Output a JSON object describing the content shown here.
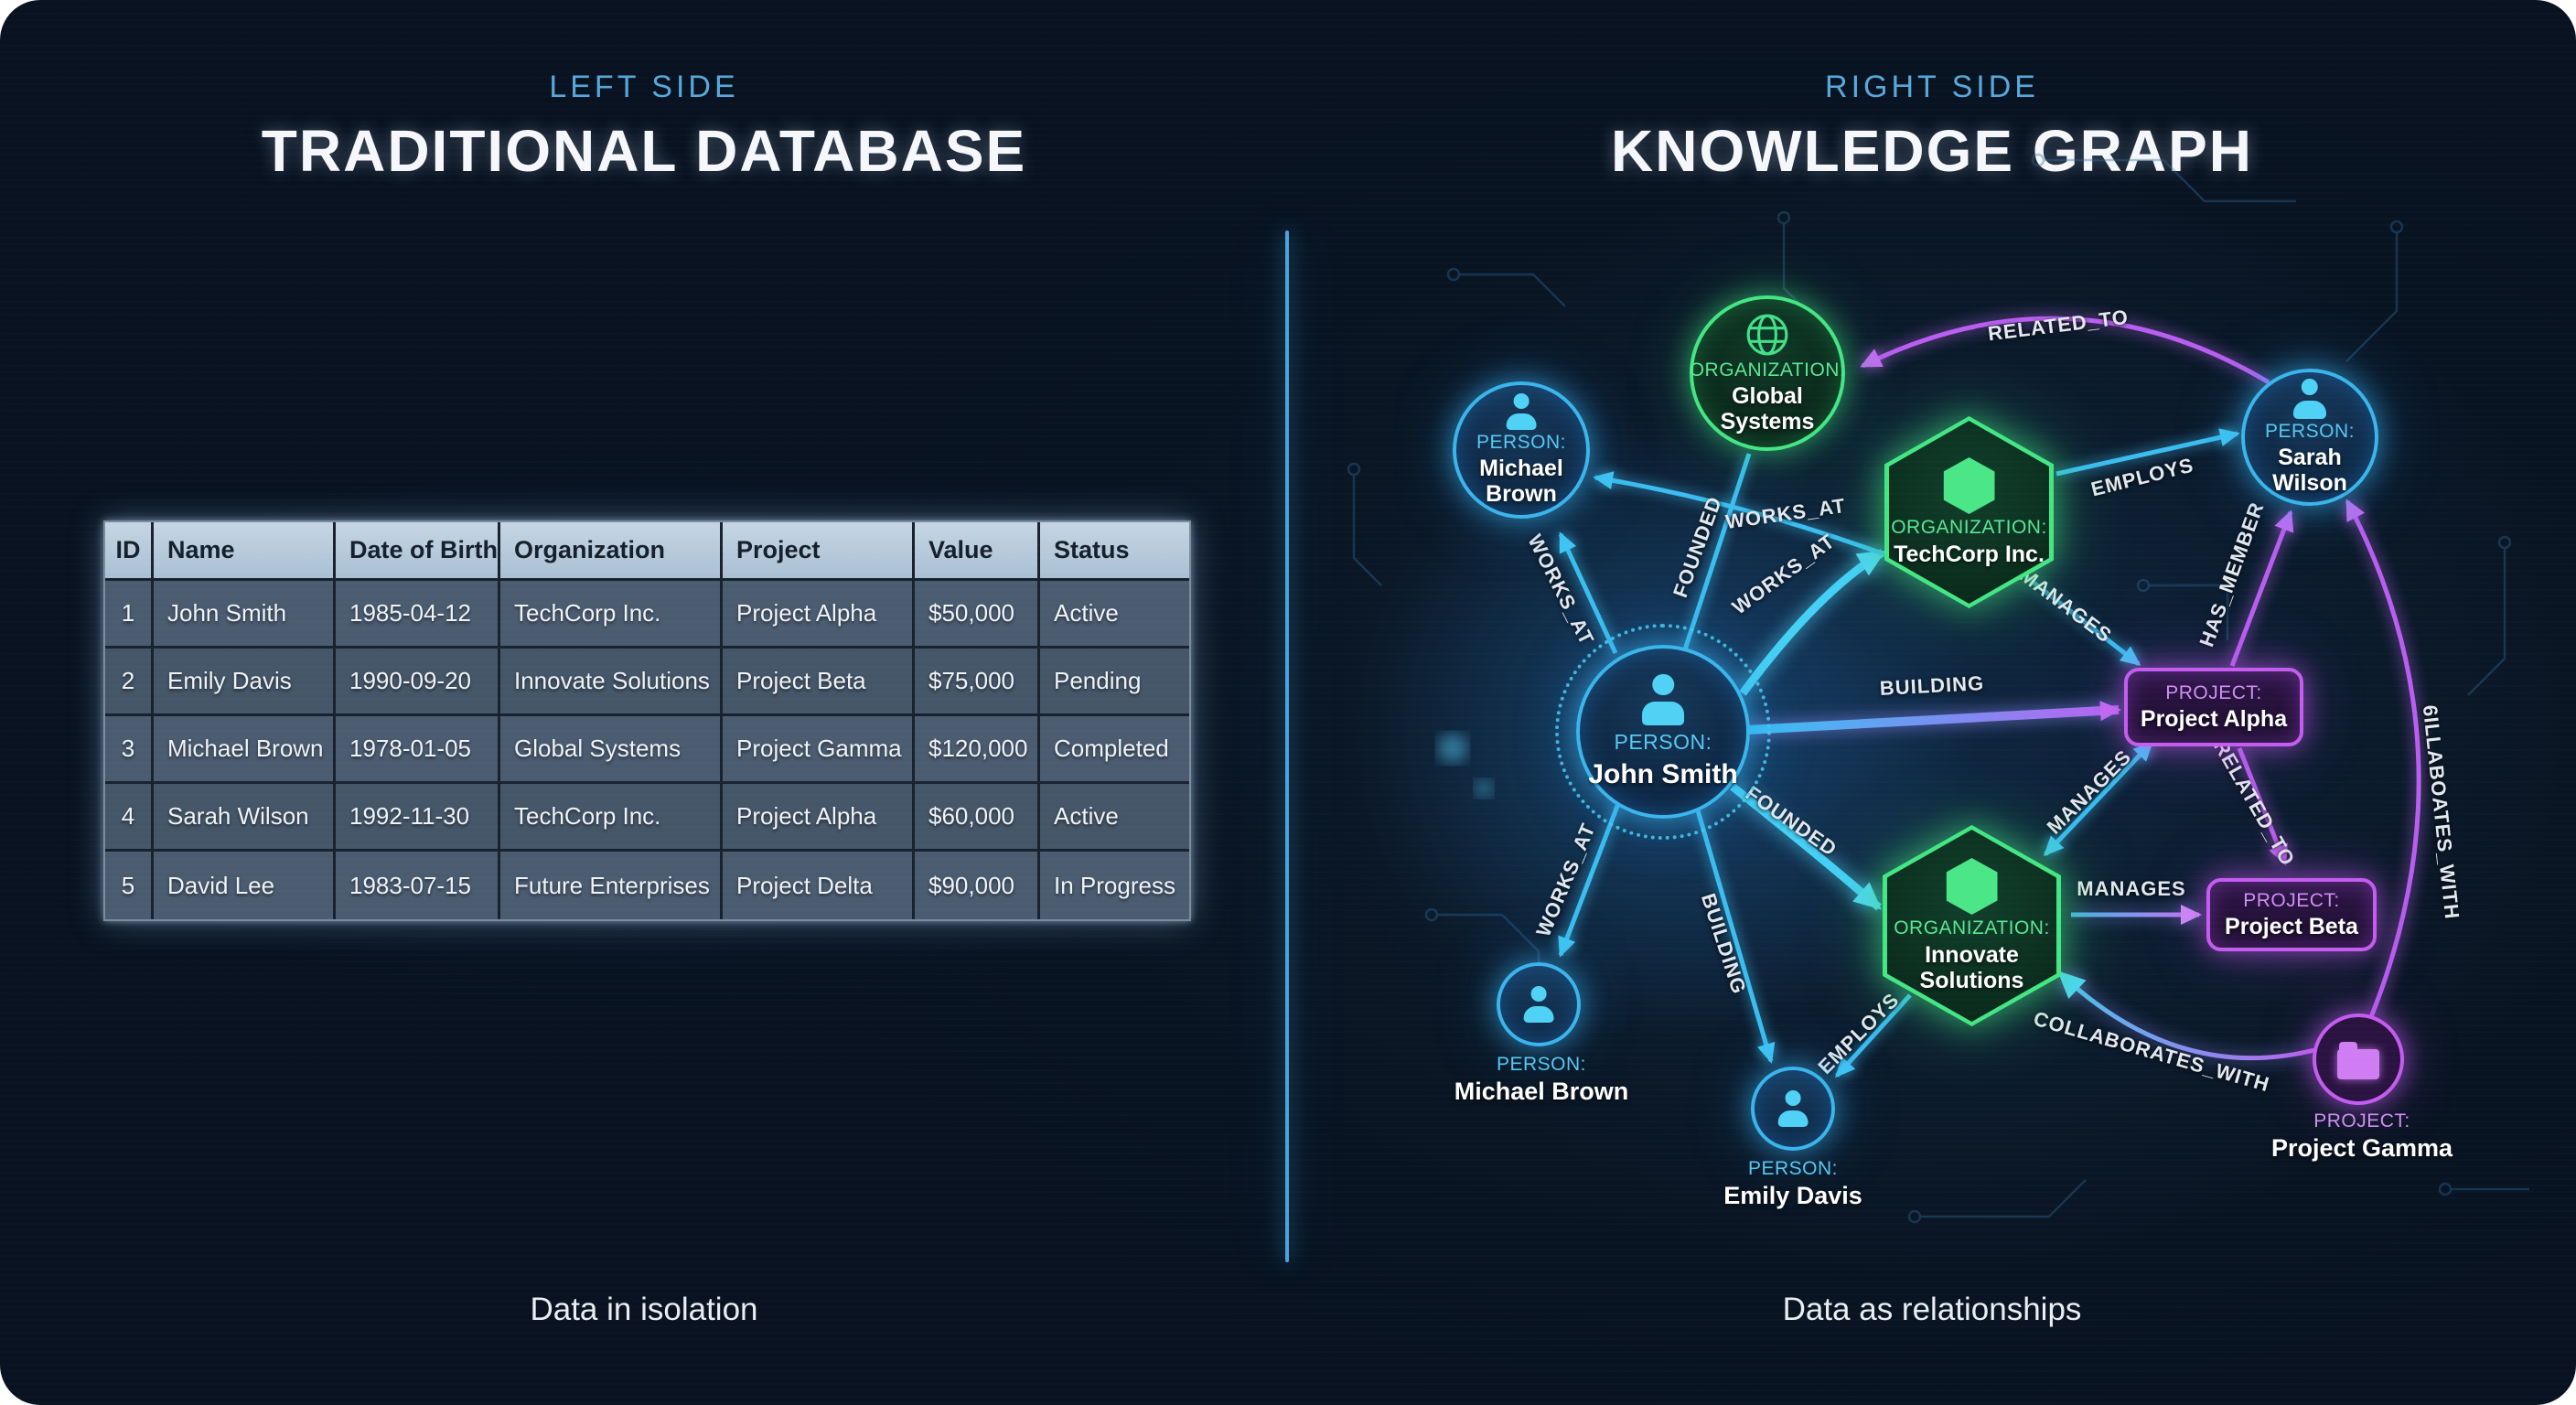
{
  "left": {
    "subtitle": "LEFT SIDE",
    "title": "TRADITIONAL DATABASE",
    "caption": "Data in isolation",
    "table": {
      "headers": [
        "ID",
        "Name",
        "Date of Birth",
        "Organization",
        "Project",
        "Value",
        "Status"
      ],
      "rows": [
        [
          "1",
          "John Smith",
          "1985-04-12",
          "TechCorp Inc.",
          "Project Alpha",
          "$50,000",
          "Active"
        ],
        [
          "2",
          "Emily Davis",
          "1990-09-20",
          "Innovate Solutions",
          "Project Beta",
          "$75,000",
          "Pending"
        ],
        [
          "3",
          "Michael Brown",
          "1978-01-05",
          "Global Systems",
          "Project Gamma",
          "$120,000",
          "Completed"
        ],
        [
          "4",
          "Sarah Wilson",
          "1992-11-30",
          "TechCorp Inc.",
          "Project Alpha",
          "$60,000",
          "Active"
        ],
        [
          "5",
          "David Lee",
          "1983-07-15",
          "Future Enterprises",
          "Project Delta",
          "$90,000",
          "In Progress"
        ]
      ]
    }
  },
  "right": {
    "subtitle": "RIGHT SIDE",
    "title": "KNOWLEDGE GRAPH",
    "caption": "Data as relationships"
  },
  "graph": {
    "nodes": {
      "globalSystems": {
        "type": "ORGANIZATION:",
        "name": "Global Systems"
      },
      "michaelBrownTop": {
        "type": "PERSON:",
        "name": "Michael Brown"
      },
      "techcorp": {
        "type": "ORGANIZATION:",
        "name": "TechCorp Inc."
      },
      "sarahWilson": {
        "type": "PERSON:",
        "name": "Sarah Wilson"
      },
      "johnSmith": {
        "type": "PERSON:",
        "name": "John Smith"
      },
      "projectAlpha": {
        "type": "PROJECT:",
        "name": "Project Alpha"
      },
      "innovate": {
        "type": "ORGANIZATION:",
        "name": "Innovate Solutions"
      },
      "projectBeta": {
        "type": "PROJECT:",
        "name": "Project Beta"
      },
      "michaelBrownBottom": {
        "type": "PERSON:",
        "name": "Michael Brown"
      },
      "emilyDavis": {
        "type": "PERSON:",
        "name": "Emily Davis"
      },
      "projectGamma": {
        "type": "PROJECT:",
        "name": "Project Gamma"
      }
    },
    "edges": {
      "e1": {
        "label": "WORKS_AT"
      },
      "e2": {
        "label": "FOUNDED"
      },
      "e3": {
        "label": "WORKS_AT"
      },
      "e4": {
        "label": "WORKS_AT"
      },
      "e5": {
        "label": "EMPLOYS"
      },
      "e6": {
        "label": "MANAGES"
      },
      "e7": {
        "label": "BUILDING"
      },
      "e8": {
        "label": "RELATED_TO"
      },
      "e9": {
        "label": "HAS_MEMBER"
      },
      "e10": {
        "label": "RELATED_TO"
      },
      "e11": {
        "label": "MANAGES"
      },
      "e12": {
        "label": "MANAGES"
      },
      "e13": {
        "label": "FOUNDED"
      },
      "e14": {
        "label": "WORKS_AT"
      },
      "e15": {
        "label": "BUILDING"
      },
      "e16": {
        "label": "EMPLOYS"
      },
      "e17": {
        "label": "COLLABORATES_WITH"
      },
      "e18": {
        "label": "6ILLABOATES_WITH"
      }
    }
  },
  "colors": {
    "accent_blue": "#41c6f3",
    "accent_green": "#44e683",
    "accent_purple": "#c45cf0",
    "divider": "#4aa3dc",
    "table_header_bg": "#b5c9da",
    "background": "#0a1624"
  }
}
